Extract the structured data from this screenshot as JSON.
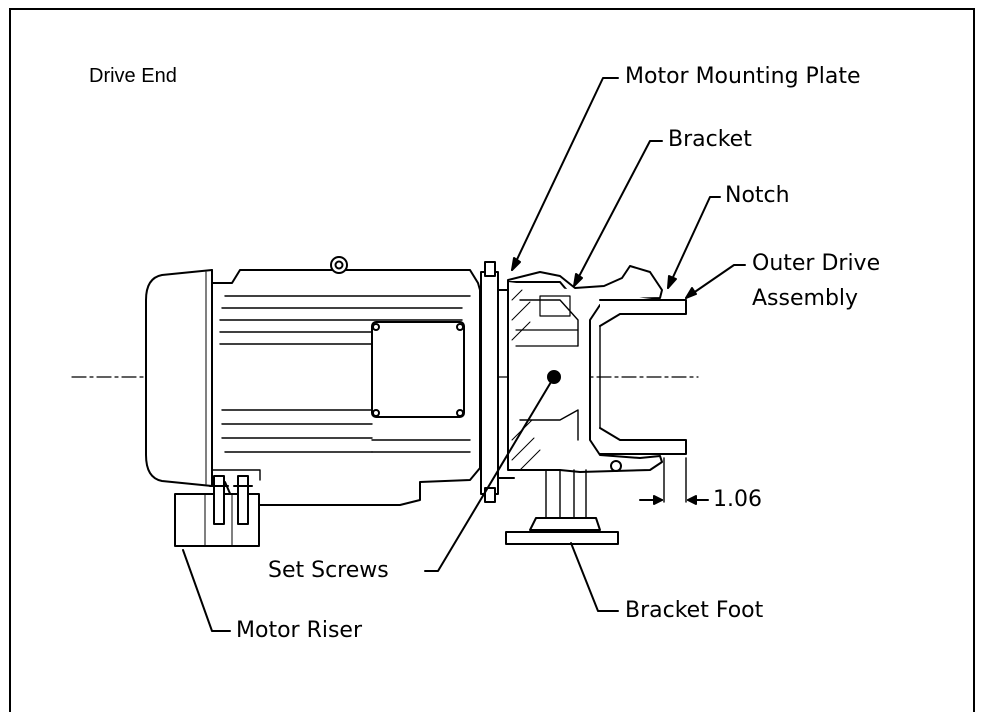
{
  "labels": {
    "drive_end": "Drive End",
    "motor_mounting_plate": "Motor Mounting Plate",
    "bracket": "Bracket",
    "notch": "Notch",
    "outer_drive_assembly": [
      "Outer Drive",
      "Assembly"
    ],
    "dimension": "1.06",
    "set_screws": "Set Screws",
    "bracket_foot": "Bracket Foot",
    "motor_riser": "Motor Riser"
  }
}
